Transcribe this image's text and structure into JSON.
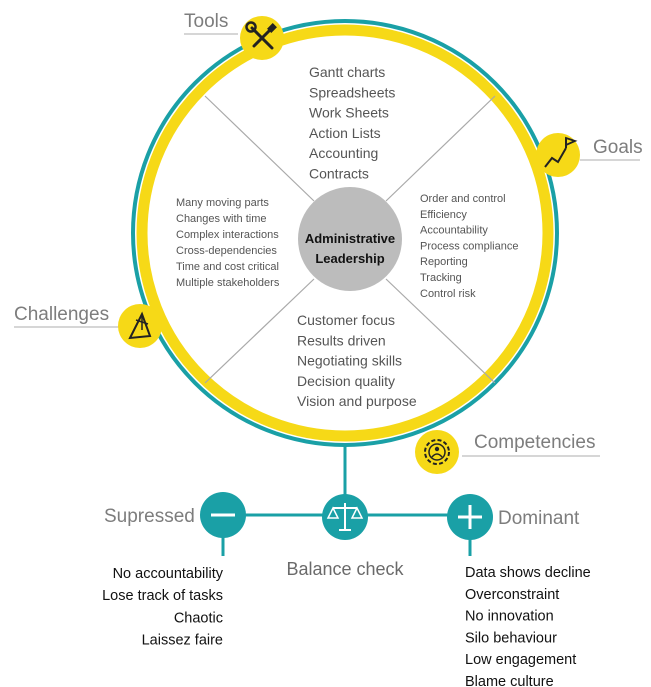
{
  "center": {
    "line1": "Administrative",
    "line2": "Leadership"
  },
  "sections": {
    "tools": {
      "label": "Tools",
      "icon": "tools-icon"
    },
    "goals": {
      "label": "Goals",
      "icon": "goals-icon"
    },
    "challenges": {
      "label": "Challenges",
      "icon": "challenges-icon"
    },
    "competencies": {
      "label": "Competencies",
      "icon": "gear-people-icon"
    }
  },
  "quadrants": {
    "top": [
      "Gantt charts",
      "Spreadsheets",
      "Work Sheets",
      "Action Lists",
      "Accounting",
      "Contracts"
    ],
    "left": [
      "Many moving parts",
      "Changes with time",
      "Complex interactions",
      "Cross-dependencies",
      "Time and cost critical",
      "Multiple stakeholders"
    ],
    "right": [
      "Order and control",
      "Efficiency",
      "Accountability",
      "Process compliance",
      "Reporting",
      "Tracking",
      "Control risk"
    ],
    "bottom": [
      "Customer focus",
      "Results driven",
      "Negotiating skills",
      "Decision quality",
      "Vision and purpose"
    ]
  },
  "balance": {
    "label": "Balance check",
    "supressed": {
      "label": "Supressed",
      "symbol": "−",
      "items": [
        "No accountability",
        "Lose track of tasks",
        "Chaotic",
        "Laissez faire"
      ]
    },
    "dominant": {
      "label": "Dominant",
      "symbol": "+",
      "items": [
        "Data shows decline",
        "Overconstraint",
        "No innovation",
        "Silo behaviour",
        "Low engagement",
        "Blame culture"
      ]
    }
  },
  "colors": {
    "yellow": "#f6d917",
    "teal": "#1aa0a6",
    "center": "#bcbcbc",
    "divider": "#a9a9a9",
    "label_line": "#bdbdbd"
  }
}
